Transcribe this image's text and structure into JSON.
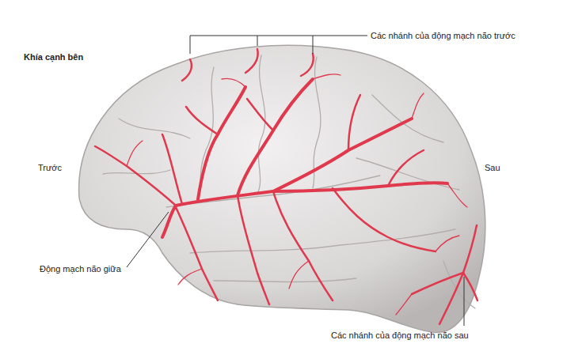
{
  "diagram": {
    "title": "Khía cạnh bên",
    "labels": [
      "Trước",
      "Sau",
      "Các nhánh của động mạch não trước",
      "Động mạch não giữa",
      "Các nhánh của động mạch não sau"
    ]
  }
}
